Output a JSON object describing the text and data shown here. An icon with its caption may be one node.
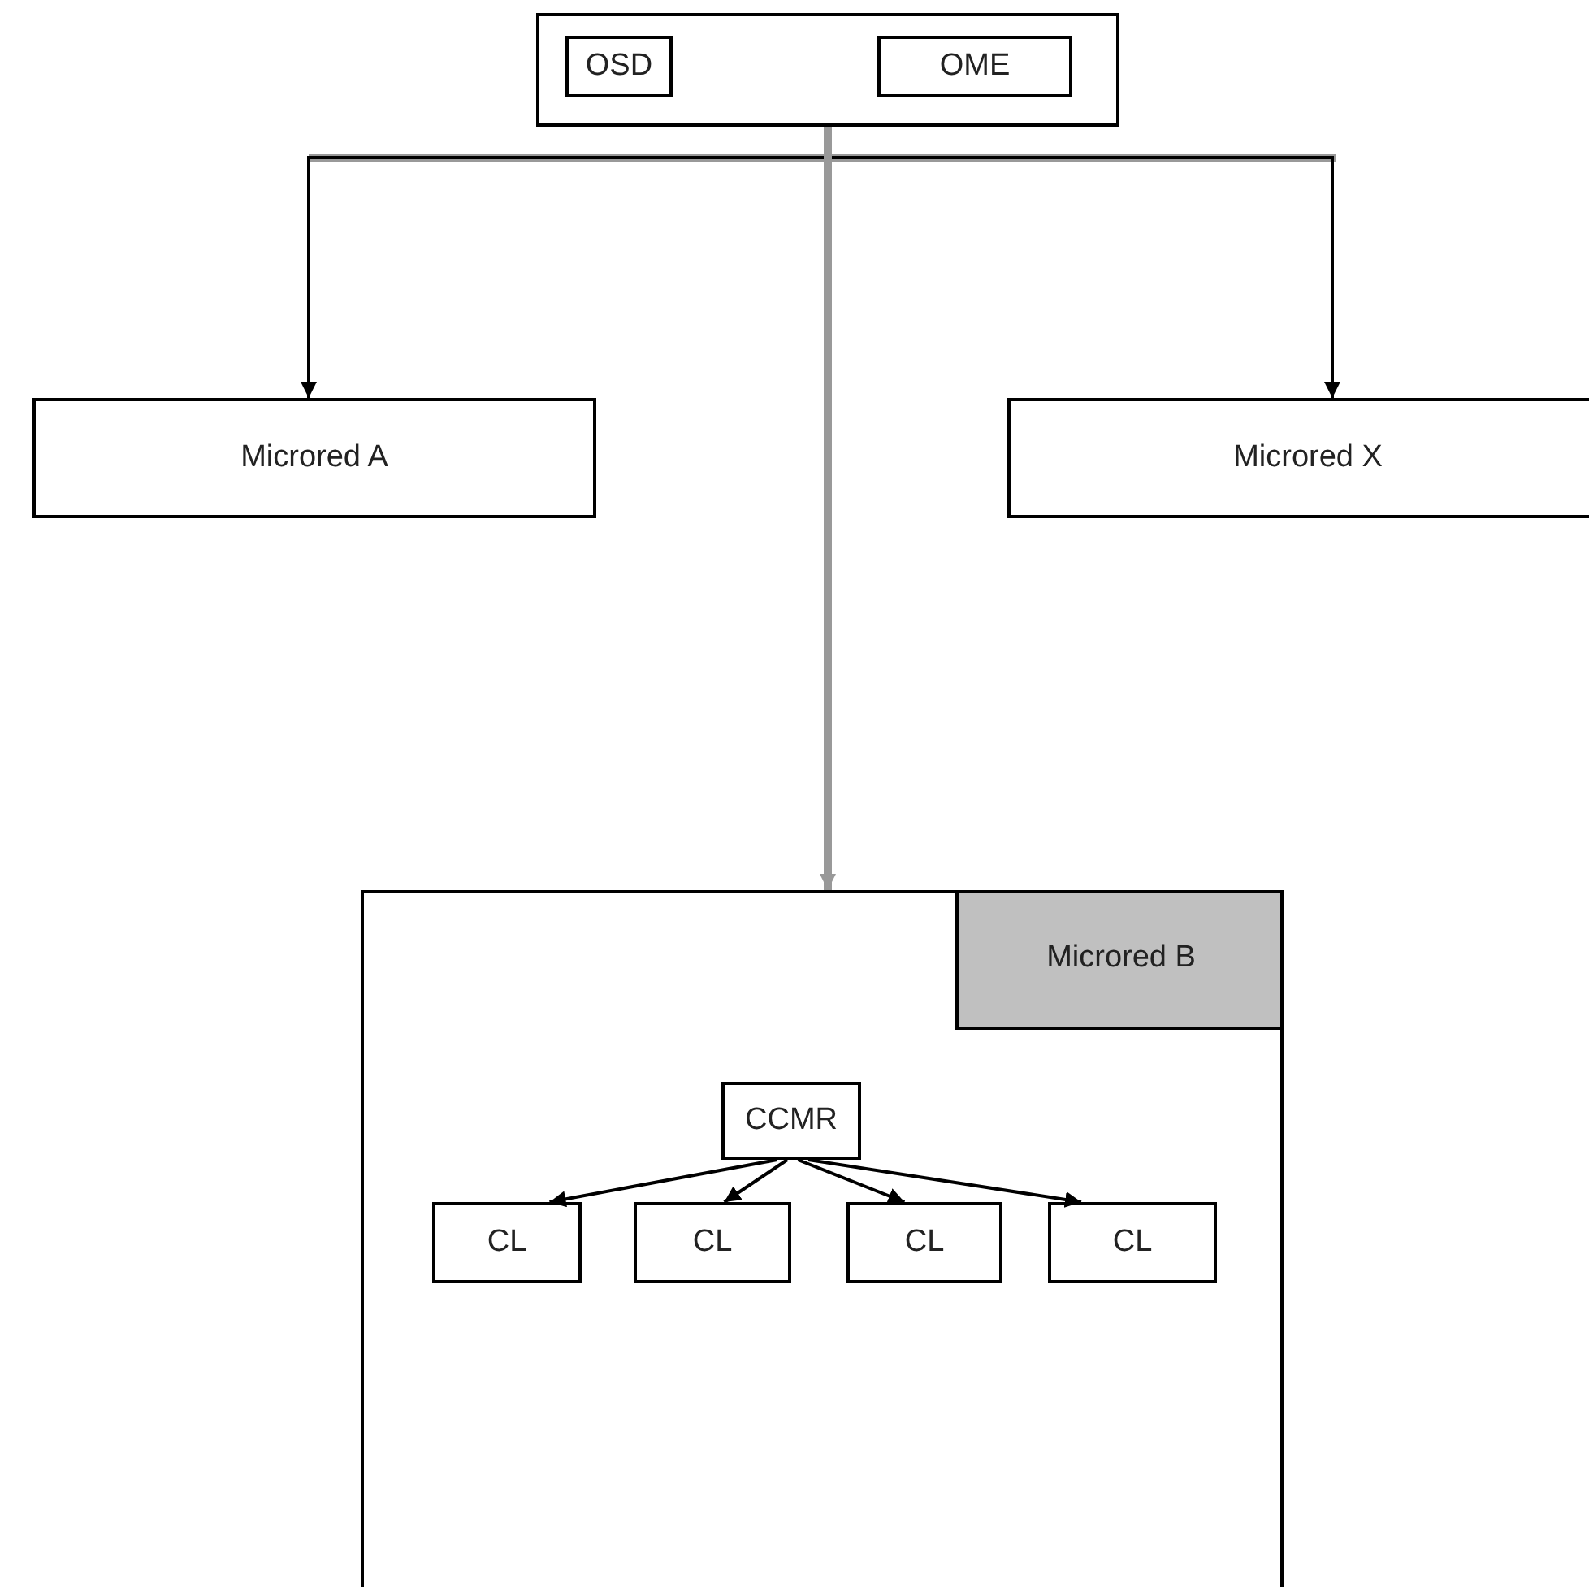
{
  "diagram": {
    "nodes": [
      {
        "text": [],
        "shape": "box"
      },
      {
        "text": [
          "OSD"
        ],
        "in": 0
      },
      {
        "text": [
          "OME"
        ],
        "in": 0
      },
      {
        "text": [
          "Microred A"
        ]
      },
      {
        "text": [
          "Microred X"
        ]
      },
      {
        "text": [],
        "shape": "box"
      },
      {
        "text": [
          "Microred B"
        ],
        "in": 5
      },
      {
        "text": [
          "CCMR"
        ],
        "in": 5
      },
      {
        "text": [
          "CL"
        ],
        "in": 5
      },
      {
        "text": [
          "CL"
        ],
        "in": 5
      },
      {
        "text": [
          "CL"
        ],
        "in": 5
      },
      {
        "text": [
          "CL"
        ],
        "in": 5
      }
    ],
    "edges": [
      {
        "from": 0,
        "to": 3,
        "arrow": "to"
      },
      {
        "from": 0,
        "to": 4,
        "arrow": "to"
      },
      {
        "from": 0,
        "to": 5,
        "arrow": "to",
        "style": "thick",
        "color": "#999999"
      },
      {
        "from": 7,
        "to": 8,
        "arrow": "to"
      },
      {
        "from": 7,
        "to": 9,
        "arrow": "to"
      },
      {
        "from": 7,
        "to": 10,
        "arrow": "to"
      },
      {
        "from": 7,
        "to": 11,
        "arrow": "to"
      }
    ]
  }
}
